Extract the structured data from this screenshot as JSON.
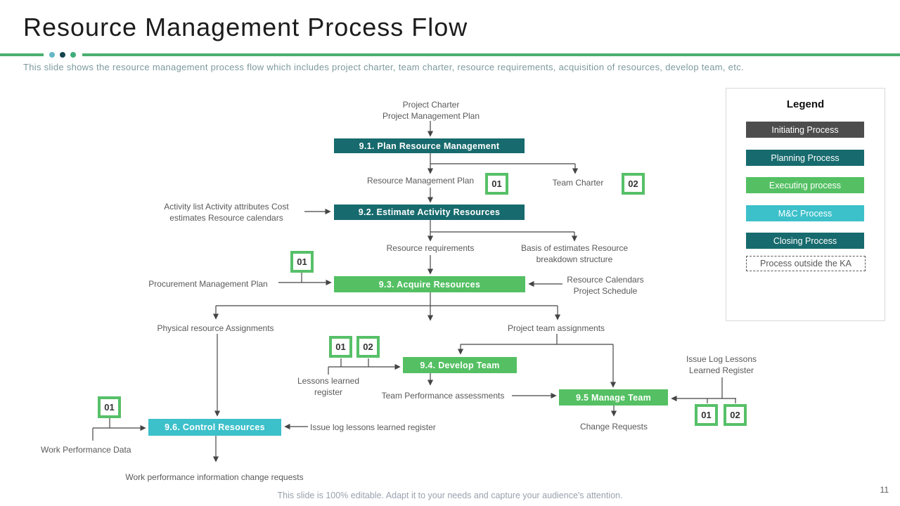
{
  "header": {
    "title": "Resource Management Process Flow",
    "description": "This slide shows the resource management process flow which includes project charter, team charter, resource requirements, acquisition of resources, develop team, etc."
  },
  "flow": {
    "boxes": {
      "b91": "9.1. Plan Resource Management",
      "b92": "9.2. Estimate Activity Resources",
      "b93": "9.3. Acquire Resources",
      "b94": "9.4. Develop Team",
      "b95": "9.5 Manage Team",
      "b96": "9.6. Control Resources"
    },
    "labels": {
      "project_charter": "Project Charter\nProject Management Plan",
      "resource_management_plan": "Resource Management Plan",
      "team_charter": "Team Charter",
      "activity_list": "Activity list Activity attributes Cost\nestimates Resource calendars",
      "resource_requirements": "Resource requirements",
      "basis_of_estimates": "Basis of estimates Resource\nbreakdown structure",
      "procurement_management_plan": "Procurement Management Plan",
      "resource_calendars": "Resource Calendars\nProject Schedule",
      "physical_resource_assignments": "Physical resource Assignments",
      "project_team_assignments": "Project team assignments",
      "lessons_learned_register": "Lessons learned\nregister",
      "team_performance_assessments": "Team Performance assessments",
      "issue_log_lessons_learned": "Issue Log Lessons\nLearned Register",
      "change_requests": "Change Requests",
      "issue_log_lessons_96": "Issue log lessons learned register",
      "work_performance_data": "Work Performance Data",
      "work_performance_information": "Work performance information change requests"
    },
    "badges": {
      "rm_plan": "01",
      "team_charter": "02",
      "acquire": "01",
      "develop_1": "01",
      "develop_2": "02",
      "manage_1": "01",
      "manage_2": "02",
      "control": "01"
    }
  },
  "legend": {
    "title": "Legend",
    "items": [
      {
        "label": "Initiating Process",
        "color": "#4d4d4d"
      },
      {
        "label": "Planning Process",
        "color": "#176a6d"
      },
      {
        "label": "Executing process",
        "color": "#54c063"
      },
      {
        "label": "M&C Process",
        "color": "#3cc0ca"
      },
      {
        "label": "Closing Process",
        "color": "#176a6d"
      },
      {
        "label": "Process outside the KA",
        "color": "dashed-outline"
      }
    ]
  },
  "footer": {
    "note": "This slide is 100% editable. Adapt it to your needs and capture your audience's attention.",
    "page_number": "11"
  },
  "colors": {
    "divider_green": "#4caf6e",
    "dot_light_teal": "#66b7c6",
    "dot_dark_teal": "#16434f",
    "dot_green": "#3fae7c",
    "planning_teal": "#176a6d",
    "executing_green": "#54c063",
    "mc_cyan": "#3cc0ca",
    "initiating_gray": "#4d4d4d",
    "badge_border_green": "#57c068",
    "label_gray": "#595959"
  }
}
